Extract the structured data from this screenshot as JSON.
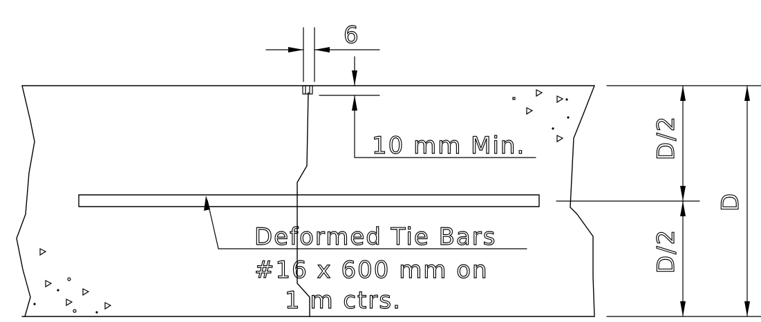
{
  "labels": {
    "groove_width": "6",
    "groove_depth": "10 mm Min.",
    "tie_bar_title": "Deformed Tie Bars",
    "tie_bar_size": "#16 x 600 mm on",
    "tie_bar_spacing": "1 m ctrs.",
    "half_depth_top": "D/2",
    "half_depth_bottom": "D/2",
    "full_depth": "D"
  },
  "colors": {
    "line": "#000000",
    "background": "#ffffff"
  }
}
